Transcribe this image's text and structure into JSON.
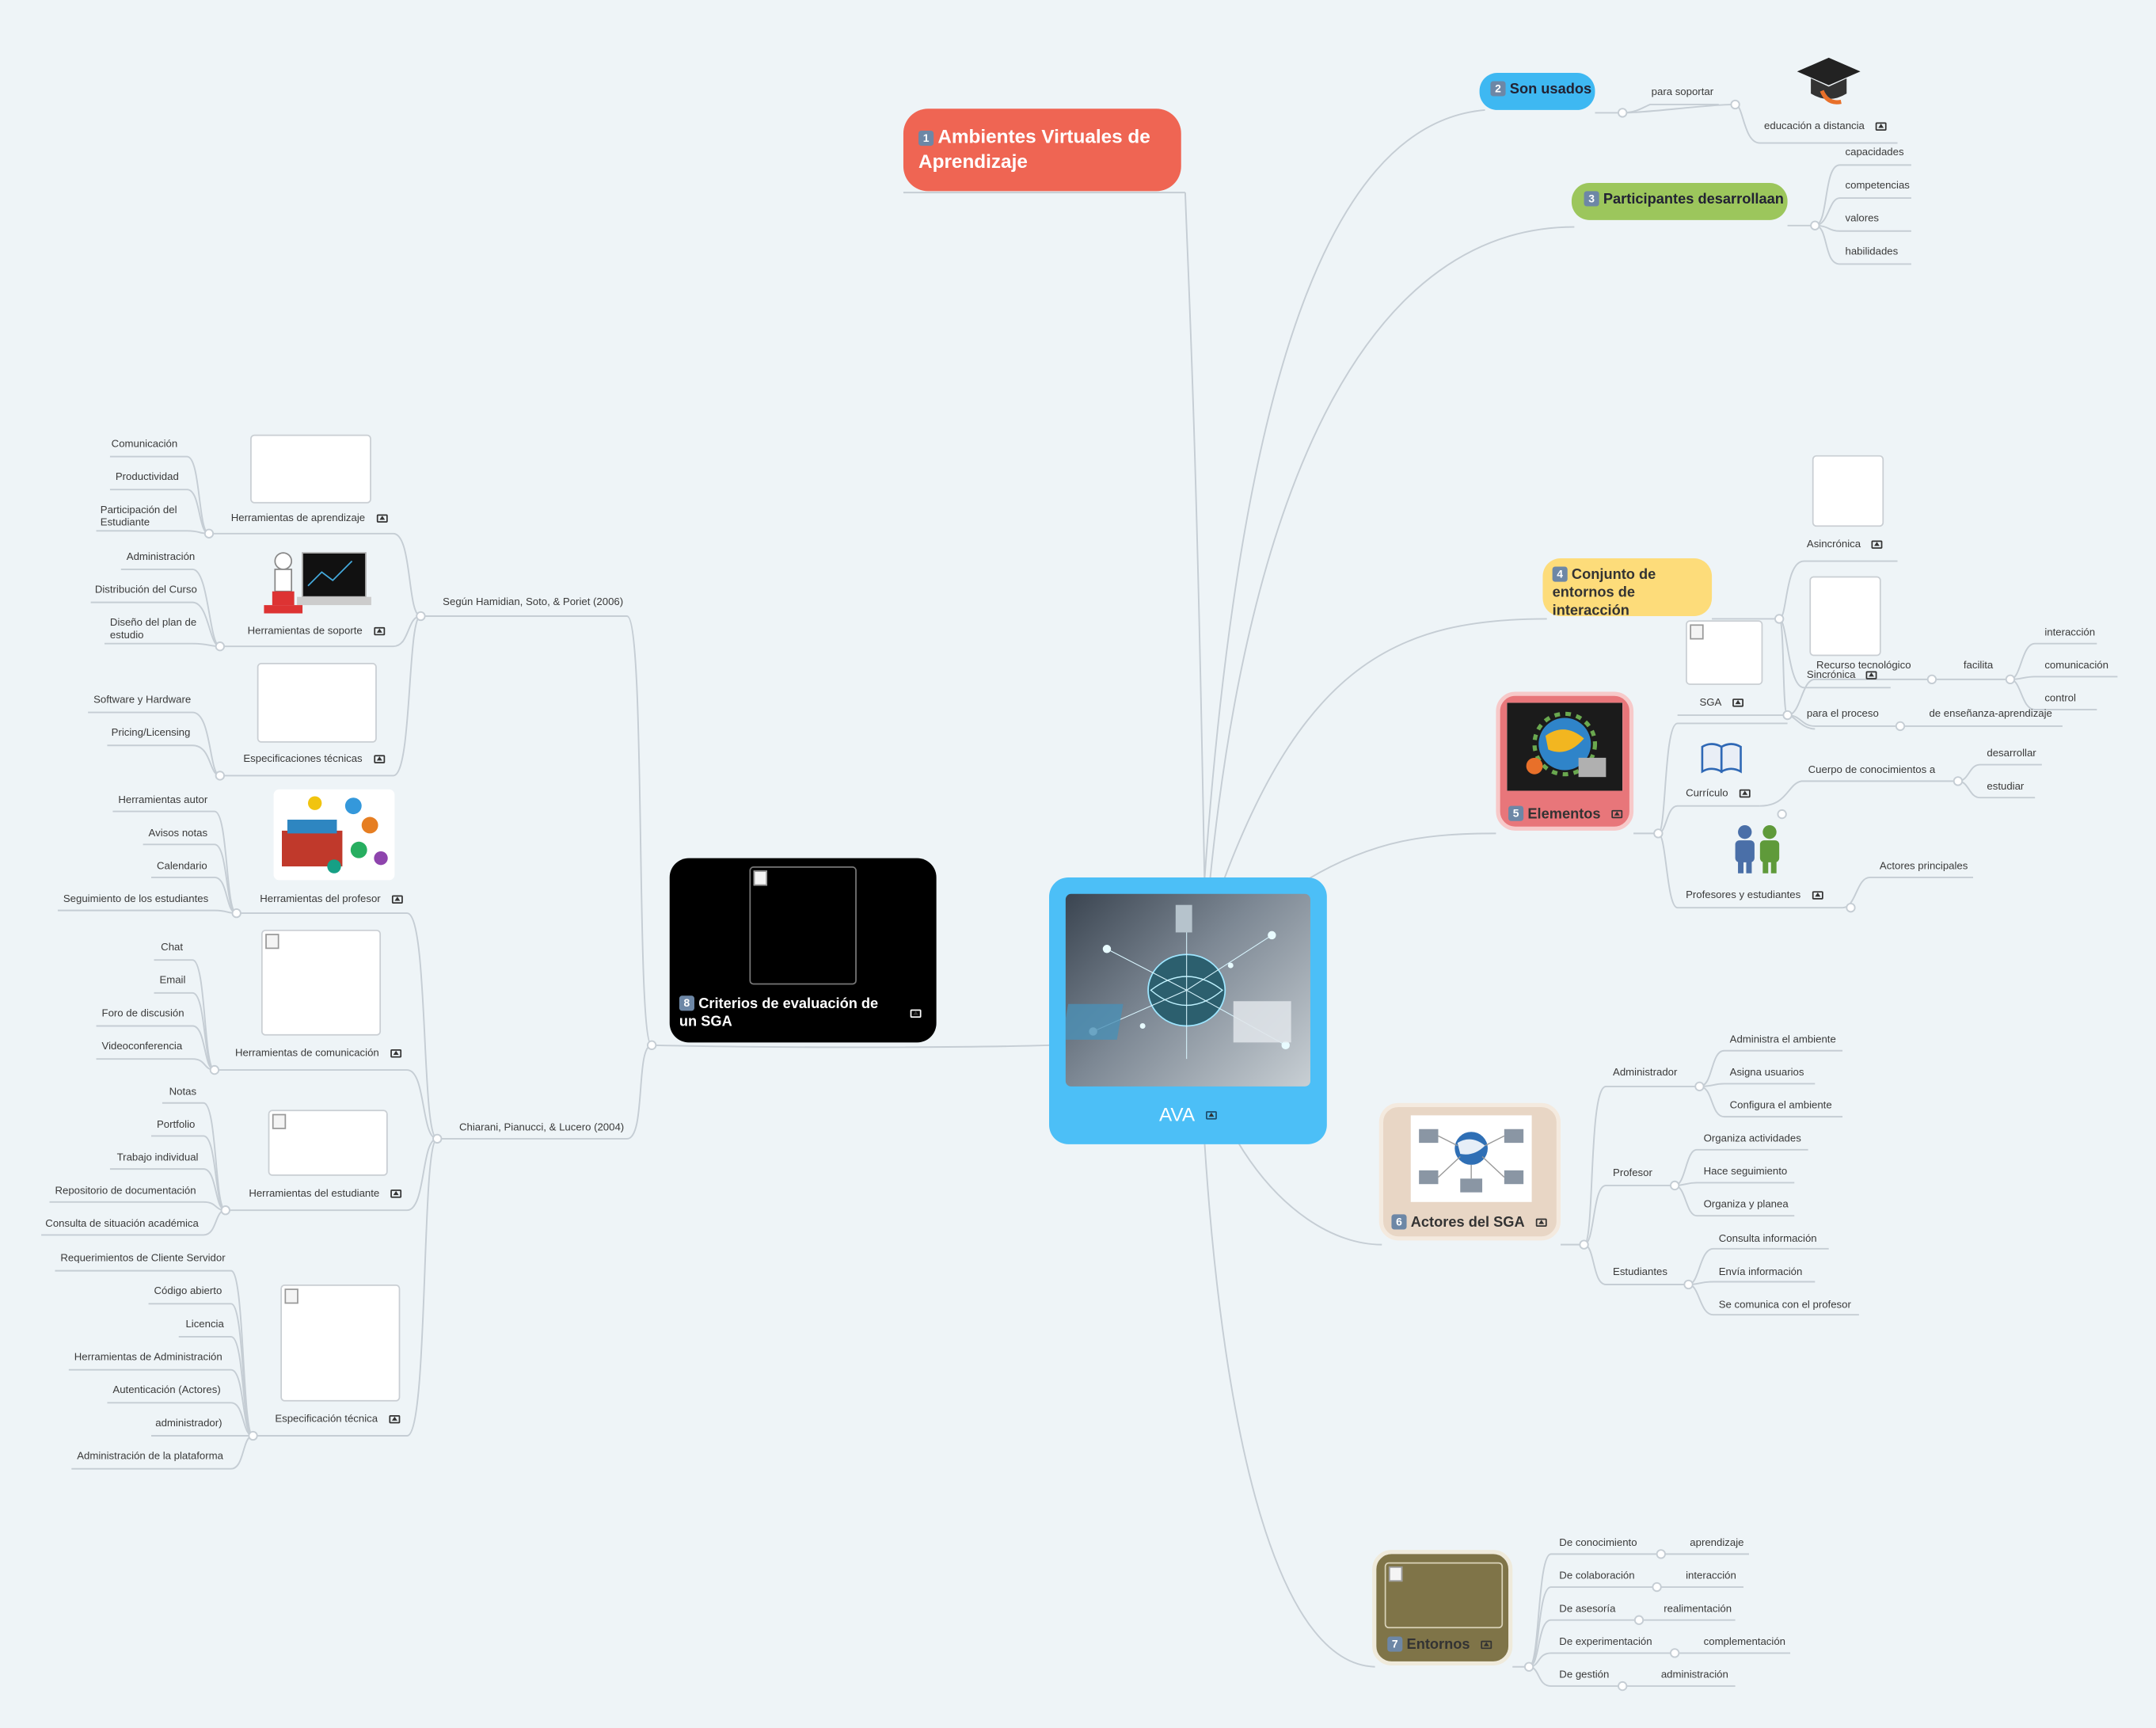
{
  "center": {
    "title": "AVA"
  },
  "topics": {
    "t1": {
      "num": "1",
      "title": "Ambientes Virtuales de Aprendizaje",
      "color": "#ef6553"
    },
    "t2": {
      "num": "2",
      "title": "Son usados",
      "color": "#3eb8f2",
      "link_label": "para soportar",
      "leaf": "educación a distancia"
    },
    "t3": {
      "num": "3",
      "title": "Participantes desarrollaan",
      "color": "#9cc65c",
      "items": [
        "capacidades",
        "competencias",
        "valores",
        "habilidades"
      ]
    },
    "t4": {
      "num": "4",
      "title": "Conjunto de entornos de interacción",
      "color": "#fddc7a",
      "asincronica": "Asincrónica",
      "sincronica": "Sincrónica",
      "sga": "SGA",
      "recurso": "Recurso tecnológico",
      "facilita": "facilita",
      "facilita_items": [
        "interacción",
        "comunicación",
        "control"
      ],
      "para_el_proceso": "para el proceso",
      "ensenanza": "de enseñanza-aprendizaje"
    },
    "t5": {
      "num": "5",
      "title": "Elementos",
      "color": "#e8767a",
      "curriculo": "Currículo",
      "cuerpo": "Cuerpo de conocimientos a",
      "cuerpo_items": [
        "desarrollar",
        "estudiar"
      ],
      "profesores": "Profesores y estudiantes",
      "actores": "Actores principales"
    },
    "t6": {
      "num": "6",
      "title": "Actores del SGA",
      "color": "#e8d6c5",
      "admin": "Administrador",
      "admin_items": [
        "Administra el ambiente",
        "Asigna usuarios",
        "Configura el ambiente"
      ],
      "profesor": "Profesor",
      "profesor_items": [
        "Organiza actividades",
        "Hace seguimiento",
        "Organiza y planea"
      ],
      "estudiantes": "Estudiantes",
      "estudiantes_items": [
        "Consulta información",
        "Envía información",
        "Se comunica con el profesor"
      ]
    },
    "t7": {
      "num": "7",
      "title": "Entornos",
      "color": "#7f7448",
      "rows": [
        {
          "label": "De conocimiento",
          "value": "aprendizaje"
        },
        {
          "label": "De colaboración",
          "value": "interacción"
        },
        {
          "label": "De asesoría",
          "value": "realimentación"
        },
        {
          "label": "De experimentación",
          "value": "complementación"
        },
        {
          "label": "De gestión",
          "value": "administración"
        }
      ]
    },
    "t8": {
      "num": "8",
      "title": "Criterios de evaluación de un SGA",
      "color": "#000000",
      "hamidian": "Según Hamidian, Soto, & Poriet (2006)",
      "chiarani": "Chiarani, Pianucci, & Lucero (2004)",
      "h_groups": [
        {
          "title": "Herramientas de aprendizaje",
          "items": [
            "Comunicación",
            "Productividad",
            "Participación del Estudiante"
          ]
        },
        {
          "title": "Herramientas de soporte",
          "items": [
            "Administración",
            "Distribución del Curso",
            "Diseño del plan de estudio"
          ]
        },
        {
          "title": "Especificaciones técnicas",
          "items": [
            "Software y Hardware",
            "Pricing/Licensing"
          ]
        }
      ],
      "c_groups": [
        {
          "title": "Herramientas del profesor",
          "items": [
            "Herramientas autor",
            "Avisos notas",
            "Calendario",
            "Seguimiento de los estudiantes"
          ]
        },
        {
          "title": "Herramientas de comunicación",
          "items": [
            "Chat",
            "Email",
            "Foro de discusión",
            "Videoconferencia"
          ]
        },
        {
          "title": "Herramientas del estudiante",
          "items": [
            "Notas",
            "Portfolio",
            "Trabajo individual",
            "Repositorio de documentación",
            "Consulta de situación académica"
          ]
        },
        {
          "title": "Especificación técnica",
          "items": [
            "Requerimientos de Cliente Servidor",
            "Código abierto",
            "Licencia",
            "Herramientas de Administración",
            "Autenticación (Actores)",
            "administrador)",
            "Administración de la plataforma"
          ]
        }
      ]
    }
  }
}
